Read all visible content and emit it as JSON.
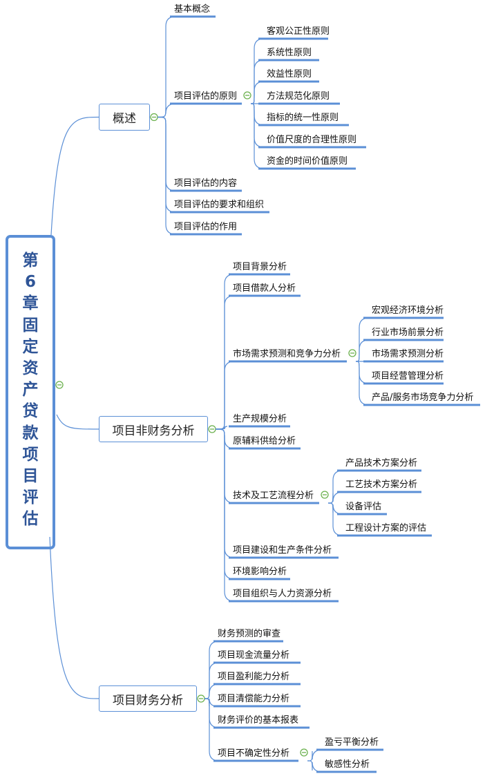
{
  "root": {
    "title": "第6章固定资产贷款项目评估"
  },
  "branches": [
    {
      "label": "概述",
      "children": [
        {
          "label": "基本概念"
        },
        {
          "label": "项目评估的原则",
          "children": [
            {
              "label": "客观公正性原则"
            },
            {
              "label": "系统性原则"
            },
            {
              "label": "效益性原则"
            },
            {
              "label": "方法规范化原则"
            },
            {
              "label": "指标的统一性原则"
            },
            {
              "label": "价值尺度的合理性原则"
            },
            {
              "label": "资金的时间价值原则"
            }
          ]
        },
        {
          "label": "项目评估的内容"
        },
        {
          "label": "项目评估的要求和组织"
        },
        {
          "label": "项目评估的作用"
        }
      ]
    },
    {
      "label": "项目非财务分析",
      "children": [
        {
          "label": "项目背景分析"
        },
        {
          "label": "项目借款人分析"
        },
        {
          "label": "市场需求预测和竞争力分析",
          "children": [
            {
              "label": "宏观经济环境分析"
            },
            {
              "label": "行业市场前景分析"
            },
            {
              "label": "市场需求预测分析"
            },
            {
              "label": "项目经营管理分析"
            },
            {
              "label": "产品/服务市场竞争力分析"
            }
          ]
        },
        {
          "label": "生产规模分析"
        },
        {
          "label": "原辅料供给分析"
        },
        {
          "label": "技术及工艺流程分析",
          "children": [
            {
              "label": "产品技术方案分析"
            },
            {
              "label": "工艺技术方案分析"
            },
            {
              "label": "设备评估"
            },
            {
              "label": "工程设计方案的评估"
            }
          ]
        },
        {
          "label": "项目建设和生产条件分析"
        },
        {
          "label": "环境影响分析"
        },
        {
          "label": "项目组织与人力资源分析"
        }
      ]
    },
    {
      "label": "项目财务分析",
      "children": [
        {
          "label": "财务预测的审查"
        },
        {
          "label": "项目现金流量分析"
        },
        {
          "label": "项目盈利能力分析"
        },
        {
          "label": "项目清偿能力分析"
        },
        {
          "label": "财务评价的基本报表"
        },
        {
          "label": "项目不确定性分析",
          "children": [
            {
              "label": "盈亏平衡分析"
            },
            {
              "label": "敏感性分析"
            }
          ]
        }
      ]
    }
  ],
  "colors": {
    "line": "#5b8fd6",
    "root_text": "#2f5597",
    "collapse": "#6ab04c"
  }
}
